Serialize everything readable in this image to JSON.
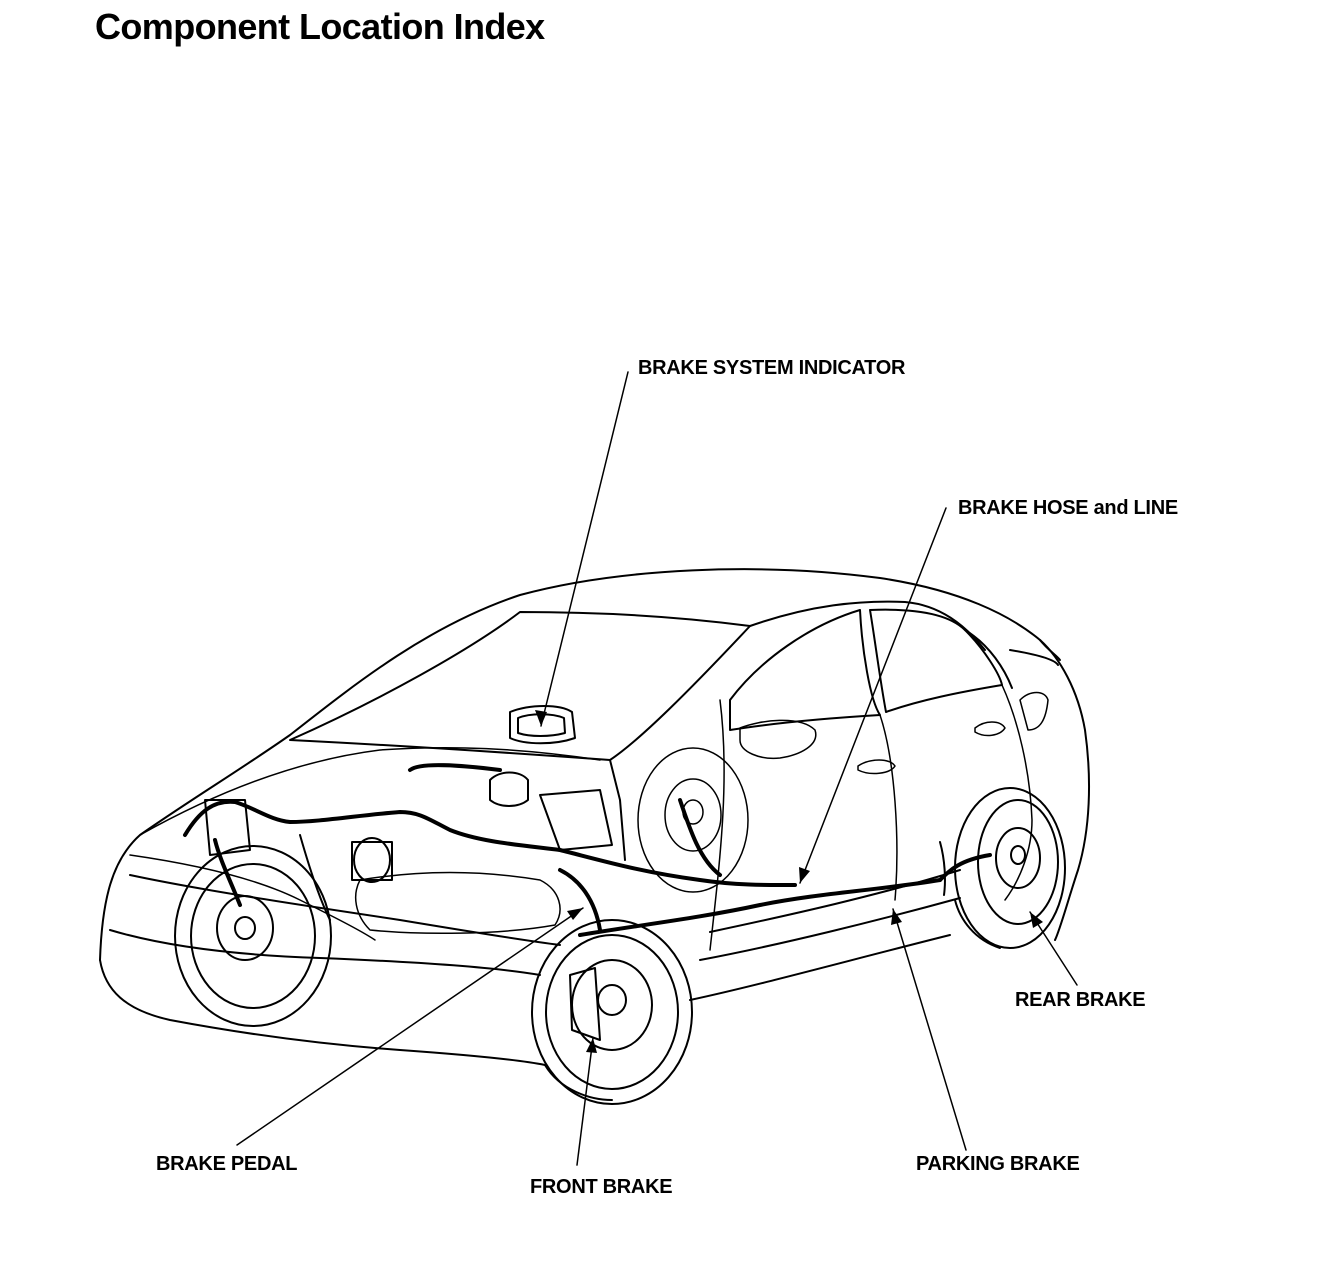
{
  "title": "Component Location Index",
  "labels": {
    "brake_system_indicator": "BRAKE SYSTEM INDICATOR",
    "brake_hose_and_line": "BRAKE HOSE and LINE",
    "rear_brake": "REAR BRAKE",
    "brake_pedal": "BRAKE PEDAL",
    "front_brake": "FRONT BRAKE",
    "parking_brake": "PARKING BRAKE"
  }
}
